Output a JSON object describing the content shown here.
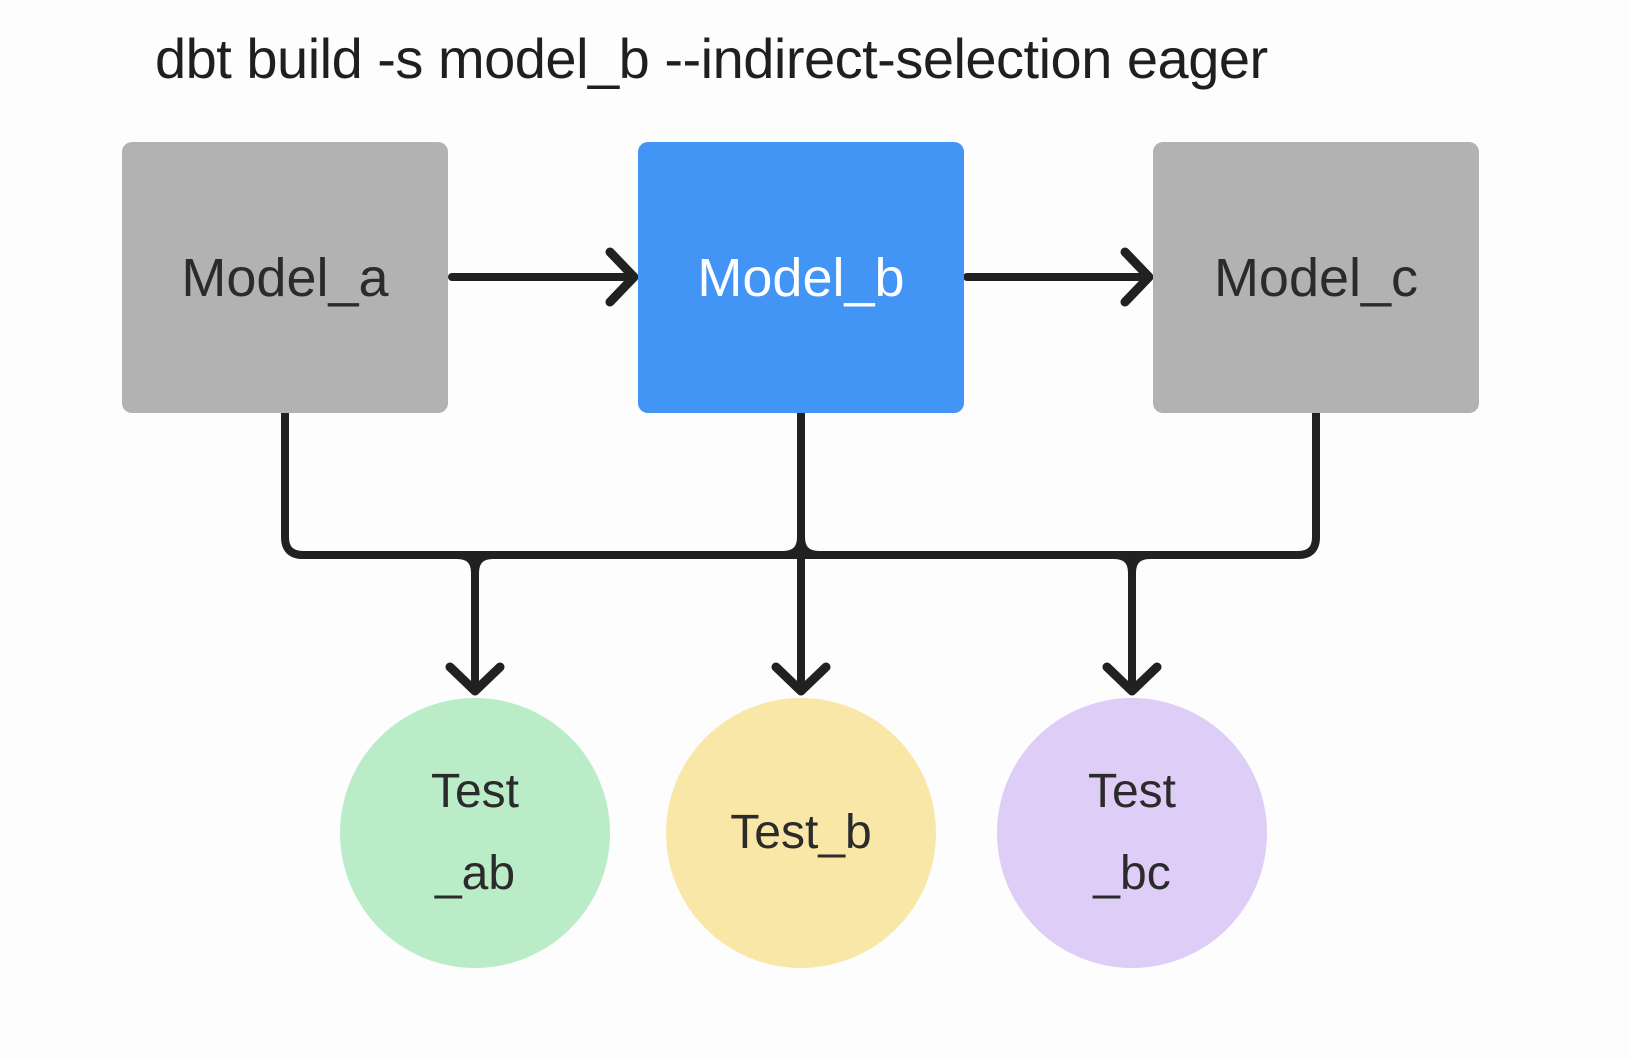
{
  "title": "dbt build -s model_b --indirect-selection eager",
  "colors": {
    "background": "#fdfdfd",
    "edge": "#212121",
    "model_default": "#b2b2b2",
    "model_selected": "#4294f5",
    "test_ab": "#bbecc8",
    "test_b": "#f9e7a8",
    "test_bc": "#decdf6"
  },
  "models": [
    {
      "id": "model_a",
      "label": "Model_a",
      "selected": false,
      "fill": "#b2b2b2",
      "text_color": "#2b2b2b"
    },
    {
      "id": "model_b",
      "label": "Model_b",
      "selected": true,
      "fill": "#4294f5",
      "text_color": "#ffffff"
    },
    {
      "id": "model_c",
      "label": "Model_c",
      "selected": false,
      "fill": "#b2b2b2",
      "text_color": "#2b2b2b"
    }
  ],
  "tests": [
    {
      "id": "test_ab",
      "lines": [
        "Test",
        "_ab"
      ],
      "fill": "#bbecc8"
    },
    {
      "id": "test_b",
      "lines": [
        "Test_b"
      ],
      "fill": "#f9e7a8"
    },
    {
      "id": "test_bc",
      "lines": [
        "Test",
        "_bc"
      ],
      "fill": "#decdf6"
    }
  ],
  "edges": {
    "model_chain": [
      {
        "from": "Model_a",
        "to": "Model_b"
      },
      {
        "from": "Model_b",
        "to": "Model_c"
      }
    ],
    "bus": {
      "sources": [
        "Model_a",
        "Model_b",
        "Model_c"
      ],
      "targets": [
        "Test _ab",
        "Test_b",
        "Test _bc"
      ]
    }
  }
}
